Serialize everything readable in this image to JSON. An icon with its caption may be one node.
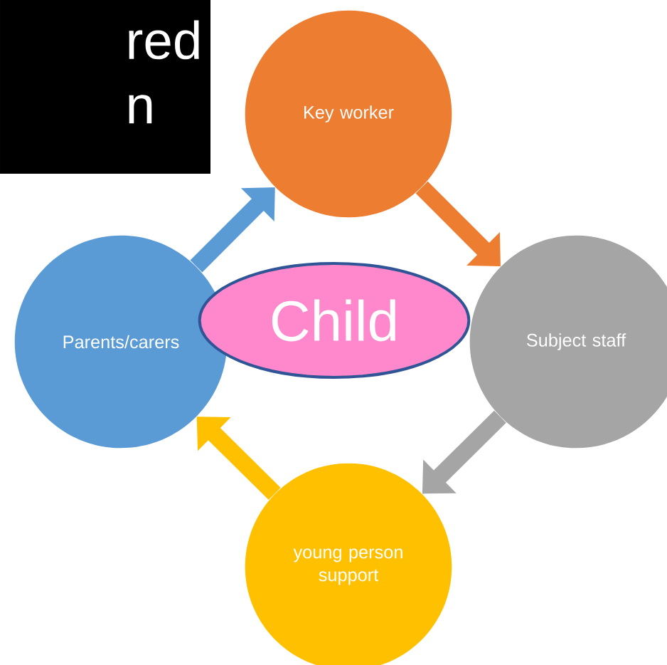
{
  "diagram": {
    "nodes": [
      {
        "text": [
          "red",
          "n"
        ]
      },
      {
        "text": [
          "Key worker"
        ]
      },
      {
        "text": [
          "Parents/carers"
        ]
      },
      {
        "text": [
          "Child"
        ]
      },
      {
        "text": [
          "Subject staff"
        ]
      },
      {
        "text": [
          "young person support"
        ]
      }
    ],
    "edges": [
      {
        "from": 1,
        "to": 4,
        "arrow": "to",
        "color": "#ed7d31"
      },
      {
        "from": 4,
        "to": 5,
        "arrow": "to",
        "color": "#a5a5a5"
      },
      {
        "from": 5,
        "to": 2,
        "arrow": "to",
        "color": "#ffc000"
      },
      {
        "from": 2,
        "to": 1,
        "arrow": "to",
        "color": "#5b9bd5"
      }
    ]
  }
}
